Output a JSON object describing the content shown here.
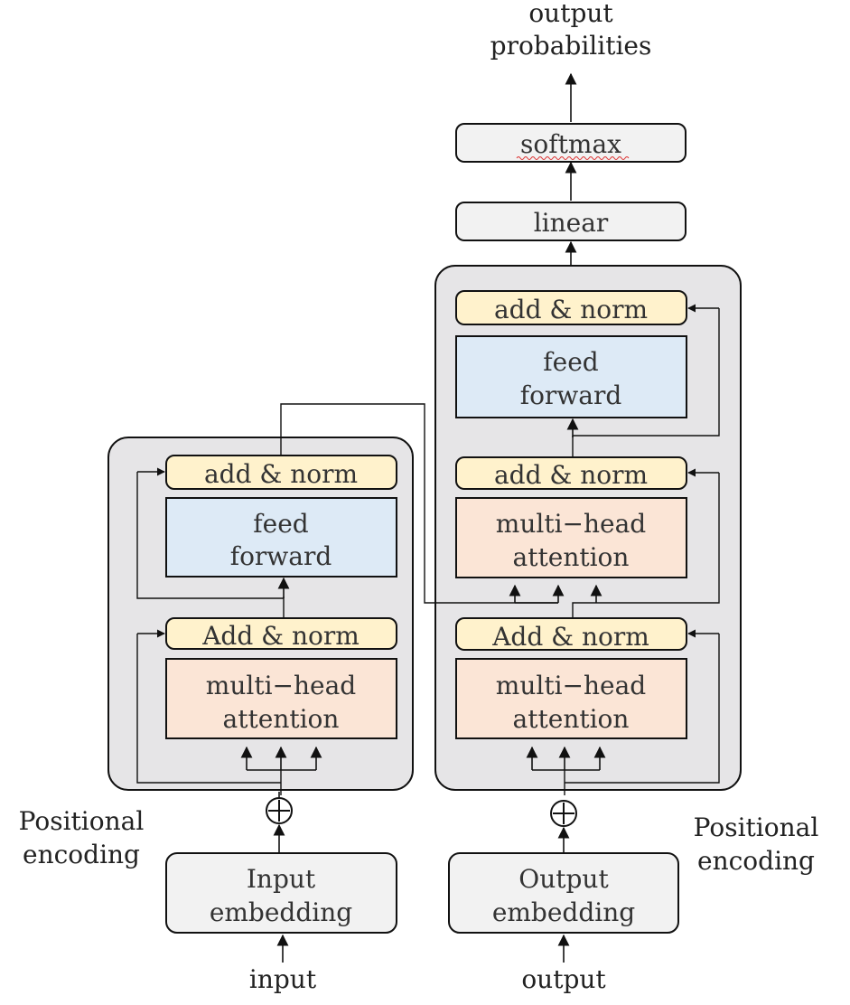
{
  "colors": {
    "block_bg": "#e6e5e7",
    "norm_fill": "#fff2cc",
    "ff_fill": "#ddeaf6",
    "attn_fill": "#fbe5d6",
    "grey_box_fill": "#f2f2f2",
    "stroke": "#111111"
  },
  "labels": {
    "output_line1": "output",
    "output_line2": "probabilities",
    "softmax": "softmax",
    "linear": "linear",
    "input": "input",
    "output": "output",
    "pos_enc_left_line1": "Positional",
    "pos_enc_left_line2": "encoding",
    "pos_enc_right_line1": "Positional",
    "pos_enc_right_line2": "encoding",
    "plus_symbol": "+"
  },
  "encoder": {
    "add_norm_top": "add & norm",
    "feed_forward_line1": "feed",
    "feed_forward_line2": "forward",
    "add_norm_bottom": "Add & norm",
    "attention_line1": "multi−head",
    "attention_line2": "attention",
    "embedding_line1": "Input",
    "embedding_line2": "embedding"
  },
  "decoder": {
    "add_norm_top": "add & norm",
    "feed_forward_line1": "feed",
    "feed_forward_line2": "forward",
    "add_norm_mid": "add & norm",
    "cross_attention_line1": "multi−head",
    "cross_attention_line2": "attention",
    "add_norm_bottom": "Add & norm",
    "self_attention_line1": "multi−head",
    "self_attention_line2": "attention",
    "embedding_line1": "Output",
    "embedding_line2": "embedding"
  }
}
